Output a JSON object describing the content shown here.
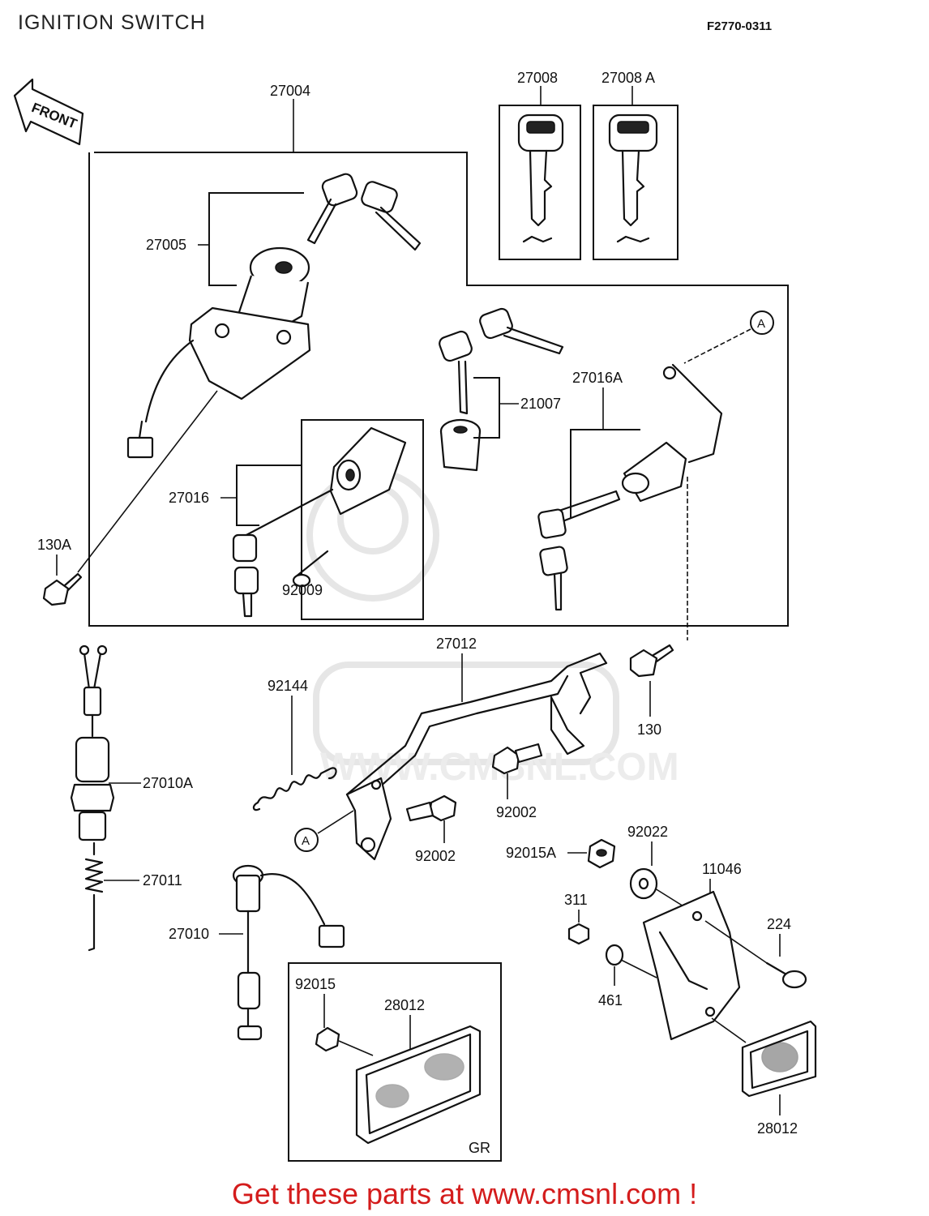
{
  "header": {
    "title": "IGNITION SWITCH",
    "code": "F2770-0311"
  },
  "diagram": {
    "front_arrow": "FRONT",
    "watermark_text": "WWW.CMSNL.COM",
    "gr_label": "GR",
    "callout_a": "A",
    "labels": {
      "p27004": "27004",
      "p27008": "27008",
      "p27008a": "27008 A",
      "p27005": "27005",
      "p21007": "21007",
      "p27016a": "27016A",
      "p27016": "27016",
      "p130a": "130A",
      "p92009": "92009",
      "p27012": "27012",
      "p92144": "92144",
      "p130": "130",
      "p27010a": "27010A",
      "p92002a": "92002",
      "p92002b": "92002",
      "p92022": "92022",
      "p92015a": "92015A",
      "p11046": "11046",
      "p27011": "27011",
      "p311": "311",
      "p224": "224",
      "p27010": "27010",
      "p461": "461",
      "p92015": "92015",
      "p28012a": "28012",
      "p28012b": "28012"
    }
  },
  "footer": {
    "text": "Get these parts at www.cmsnl.com !"
  }
}
